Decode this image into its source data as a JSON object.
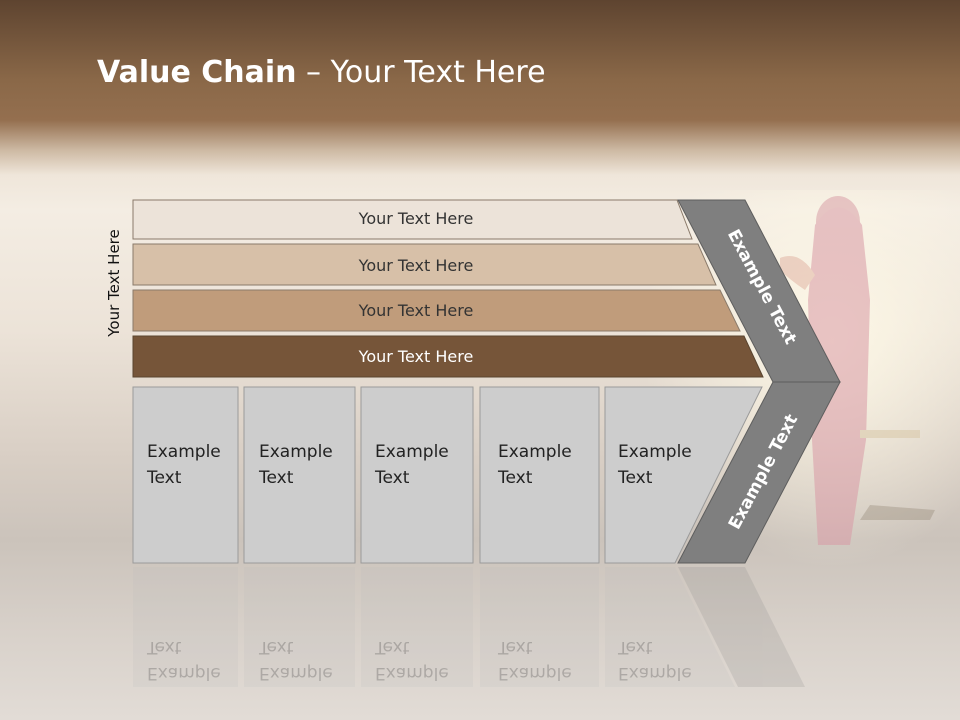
{
  "slide": {
    "title_bold": "Value Chain",
    "title_rest": " – Your Text Here",
    "side_label": "Your Text Here"
  },
  "bands": [
    {
      "label": "Your Text Here",
      "color": "#ece3d9"
    },
    {
      "label": "Your Text Here",
      "color": "#d7c0a8"
    },
    {
      "label": "Your Text Here",
      "color": "#c09c7b"
    },
    {
      "label": "Your Text Here",
      "color": "#765539"
    }
  ],
  "columns": [
    {
      "line1": "Example",
      "line2": "Text"
    },
    {
      "line1": "Example",
      "line2": "Text"
    },
    {
      "line1": "Example",
      "line2": "Text"
    },
    {
      "line1": "Example",
      "line2": "Text"
    },
    {
      "line1": "Example",
      "line2": "Text"
    }
  ],
  "chevron": {
    "upper_label": "Example Text",
    "lower_label": "Example Text",
    "color": "#7f7f7f"
  },
  "colors": {
    "column_fill": "#cdcdcd",
    "column_border": "#9a9a9a"
  }
}
